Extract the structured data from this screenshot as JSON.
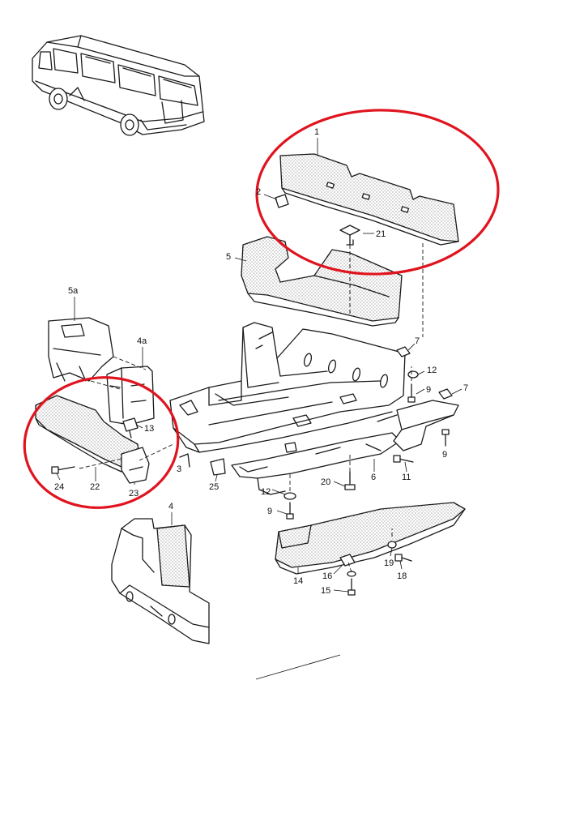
{
  "callouts": [
    {
      "id": "c-1",
      "text": "1"
    },
    {
      "id": "c-2",
      "text": "2"
    },
    {
      "id": "c-21",
      "text": "21"
    },
    {
      "id": "c-5",
      "text": "5"
    },
    {
      "id": "c-5a",
      "text": "5a"
    },
    {
      "id": "c-4a",
      "text": "4a"
    },
    {
      "id": "c-7a",
      "text": "7"
    },
    {
      "id": "c-12a",
      "text": "12"
    },
    {
      "id": "c-9a",
      "text": "9"
    },
    {
      "id": "c-7b",
      "text": "7"
    },
    {
      "id": "c-9b",
      "text": "9"
    },
    {
      "id": "c-13",
      "text": "13"
    },
    {
      "id": "c-3",
      "text": "3"
    },
    {
      "id": "c-6",
      "text": "6"
    },
    {
      "id": "c-11",
      "text": "11"
    },
    {
      "id": "c-20",
      "text": "20"
    },
    {
      "id": "c-12b",
      "text": "12"
    },
    {
      "id": "c-9c",
      "text": "9"
    },
    {
      "id": "c-25",
      "text": "25"
    },
    {
      "id": "c-24",
      "text": "24"
    },
    {
      "id": "c-22",
      "text": "22"
    },
    {
      "id": "c-23",
      "text": "23"
    },
    {
      "id": "c-4",
      "text": "4"
    },
    {
      "id": "c-14",
      "text": "14"
    },
    {
      "id": "c-19",
      "text": "19"
    },
    {
      "id": "c-18",
      "text": "18"
    },
    {
      "id": "c-16",
      "text": "16"
    },
    {
      "id": "c-15",
      "text": "15"
    }
  ],
  "highlight_color": "#e0141e",
  "line_color": "#1a1a1a"
}
